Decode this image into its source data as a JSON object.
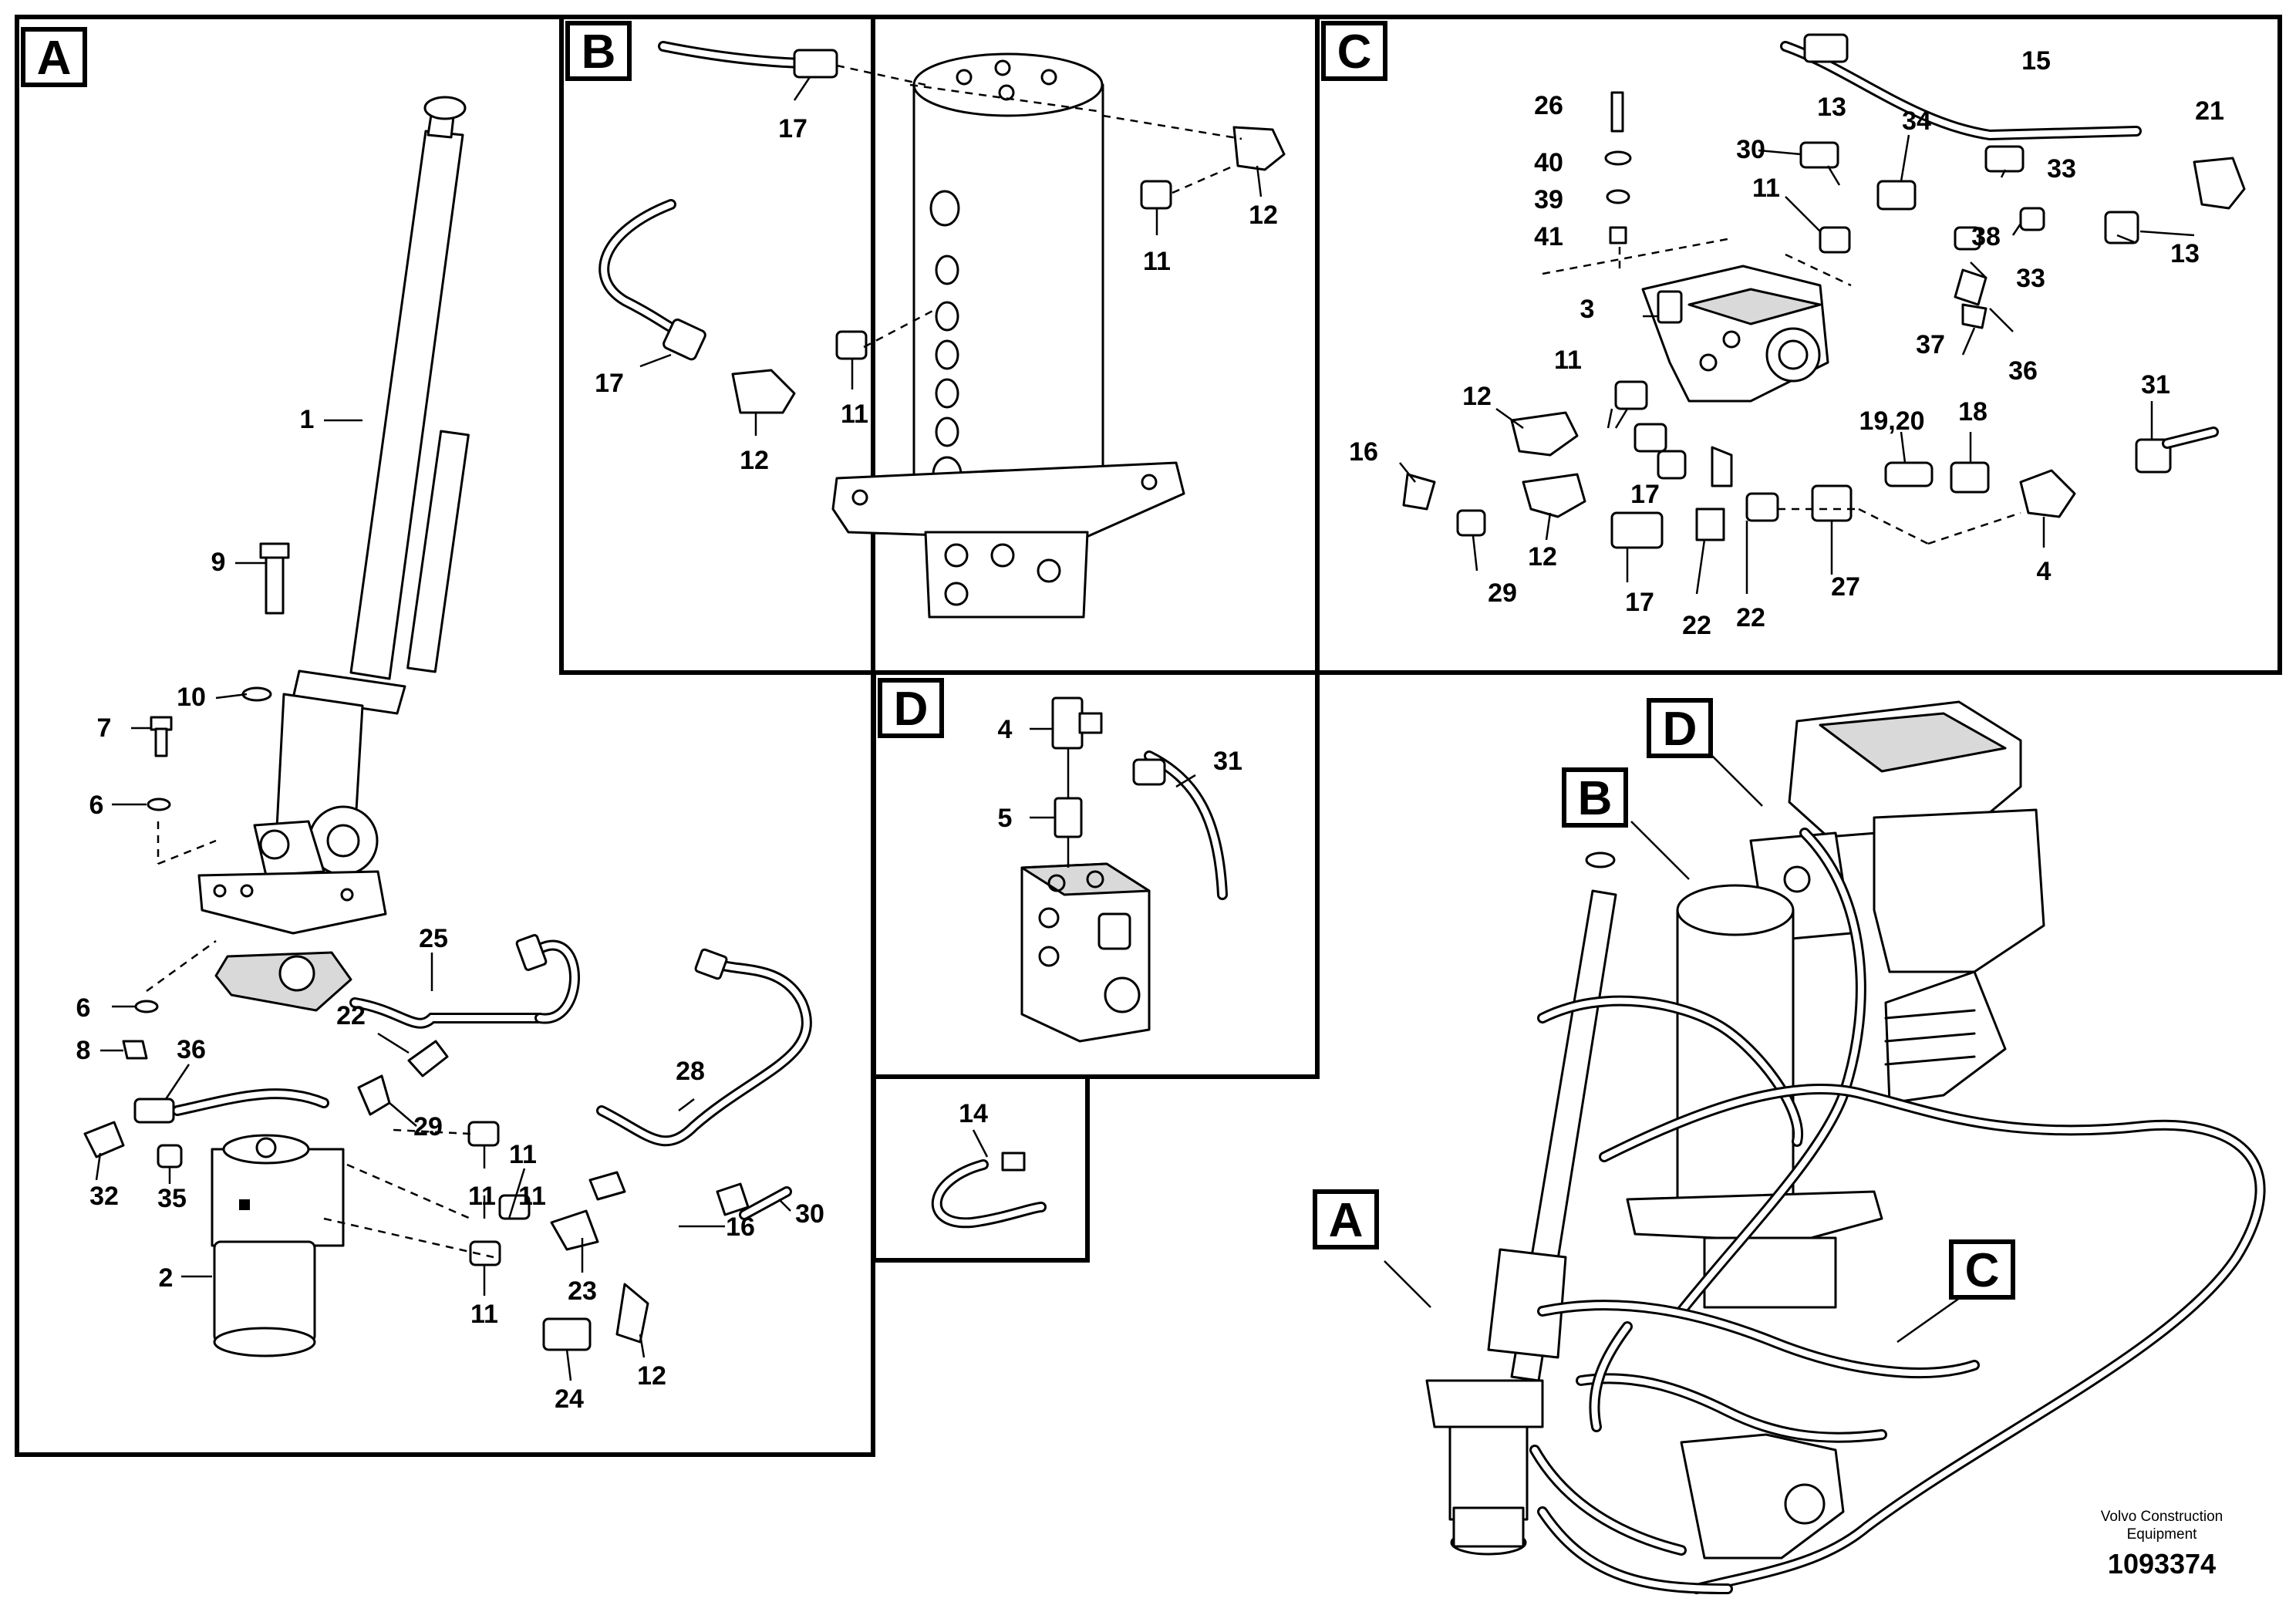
{
  "panels": {
    "a": {
      "label": "A"
    },
    "b": {
      "label": "B"
    },
    "c": {
      "label": "C"
    },
    "d": {
      "label": "D"
    }
  },
  "overview_labels": [
    "A",
    "B",
    "C",
    "D"
  ],
  "callouts": {
    "a": [
      "1",
      "9",
      "10",
      "7",
      "6",
      "6",
      "8",
      "25",
      "22",
      "36",
      "29",
      "28",
      "32",
      "35",
      "11",
      "11",
      "11",
      "11",
      "16",
      "30",
      "2",
      "23",
      "24",
      "12"
    ],
    "b": [
      "17",
      "12",
      "11",
      "17",
      "12",
      "11"
    ],
    "c": [
      "26",
      "13",
      "15",
      "21",
      "40",
      "30",
      "34",
      "33",
      "39",
      "11",
      "41",
      "38",
      "13",
      "33",
      "3",
      "37",
      "36",
      "11",
      "12",
      "16",
      "17",
      "12",
      "19,20",
      "18",
      "31",
      "29",
      "17",
      "22",
      "22",
      "27",
      "4"
    ],
    "d": [
      "4",
      "31",
      "5"
    ],
    "e": [
      "14"
    ]
  },
  "footer": {
    "company_line1": "Volvo Construction",
    "company_line2": "Equipment",
    "drawing_number": "1093374"
  }
}
